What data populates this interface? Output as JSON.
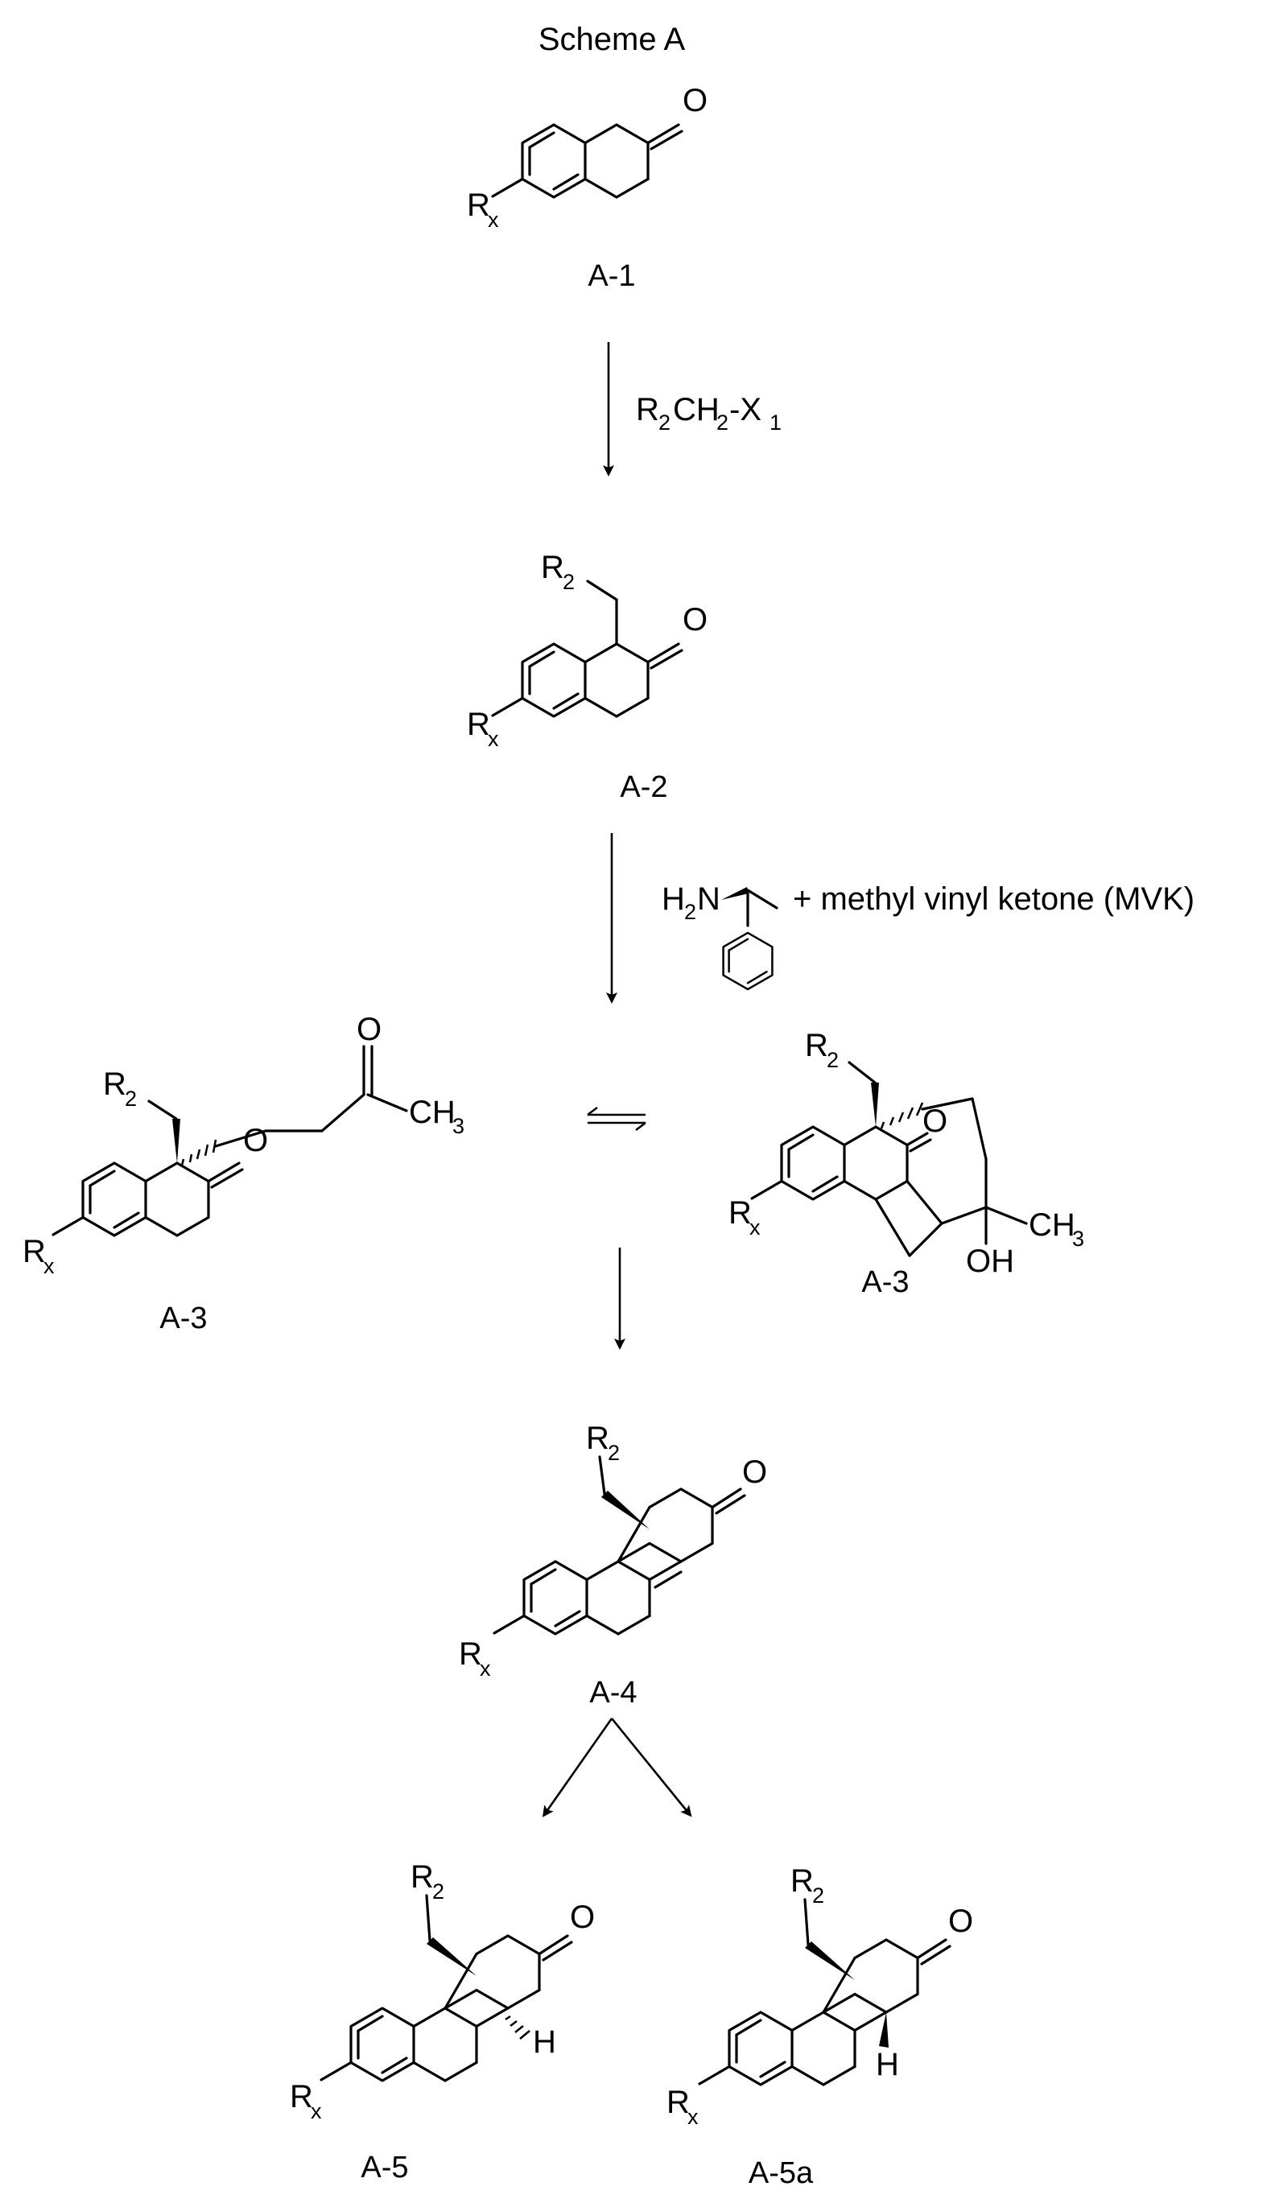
{
  "scheme": {
    "title": "Scheme A",
    "labels": {
      "a1": "A-1",
      "a2": "A-2",
      "a3_open": "A-3",
      "a3_cyclic": "A-3",
      "a4": "A-4",
      "a5": "A-5",
      "a5a": "A-5a"
    },
    "reagents": {
      "step1": {
        "r": "R",
        "r_sub": "2",
        "ch": "CH",
        "ch_sub": "2",
        "dash": "-X",
        "x_sub": "1"
      },
      "step2_amine": {
        "h": "H",
        "h_sub": "2",
        "n": "N"
      },
      "step2_text": "+ methyl vinyl ketone (MVK)"
    },
    "atoms": {
      "O": "O",
      "R": "R",
      "x": "x",
      "two": "2",
      "CH": "CH",
      "three": "3",
      "OH": "OH",
      "H": "H"
    }
  }
}
